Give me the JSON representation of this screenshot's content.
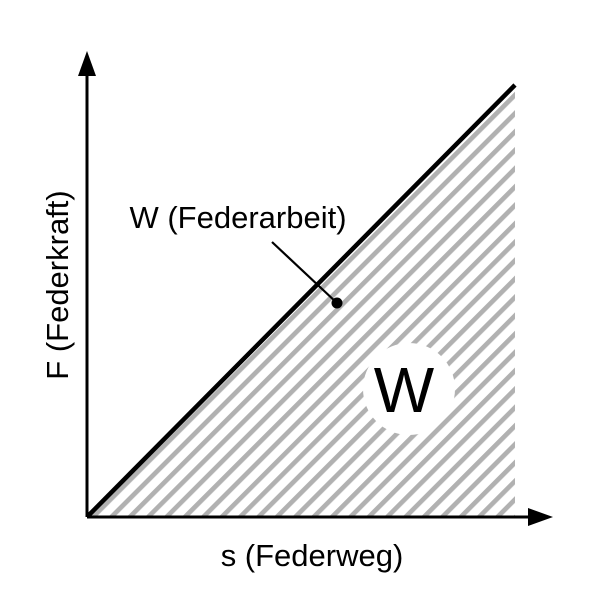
{
  "figure": {
    "y_axis_label": "F (Federkraft)",
    "x_axis_label": "s (Federweg)",
    "annotation_label": "W (Federarbeit)",
    "area_symbol": "W"
  },
  "colors": {
    "ink": "#000000",
    "hatch": "#b1b1b1",
    "background": "#ffffff"
  },
  "chart_data": {
    "type": "line",
    "title": "",
    "xlabel": "s (Federweg)",
    "ylabel": "F (Federkraft)",
    "series": [
      {
        "name": "spring characteristic line",
        "x": [
          0,
          1
        ],
        "y": [
          0,
          1
        ]
      }
    ],
    "axis_ranges": {
      "x": [
        0,
        1
      ],
      "y": [
        0,
        1
      ]
    },
    "grid": false,
    "legend": false,
    "shaded_area": {
      "region": "triangle under the line between origin and line end",
      "style": "diagonal hatching parallel to the line",
      "label": "W",
      "meaning": "W (Federarbeit)"
    },
    "annotations": [
      {
        "text": "W (Federarbeit)",
        "leader_line_to_point_on": "hatched area just below the line"
      },
      {
        "text": "W",
        "location": "white circular badge inside hatched area"
      }
    ]
  }
}
